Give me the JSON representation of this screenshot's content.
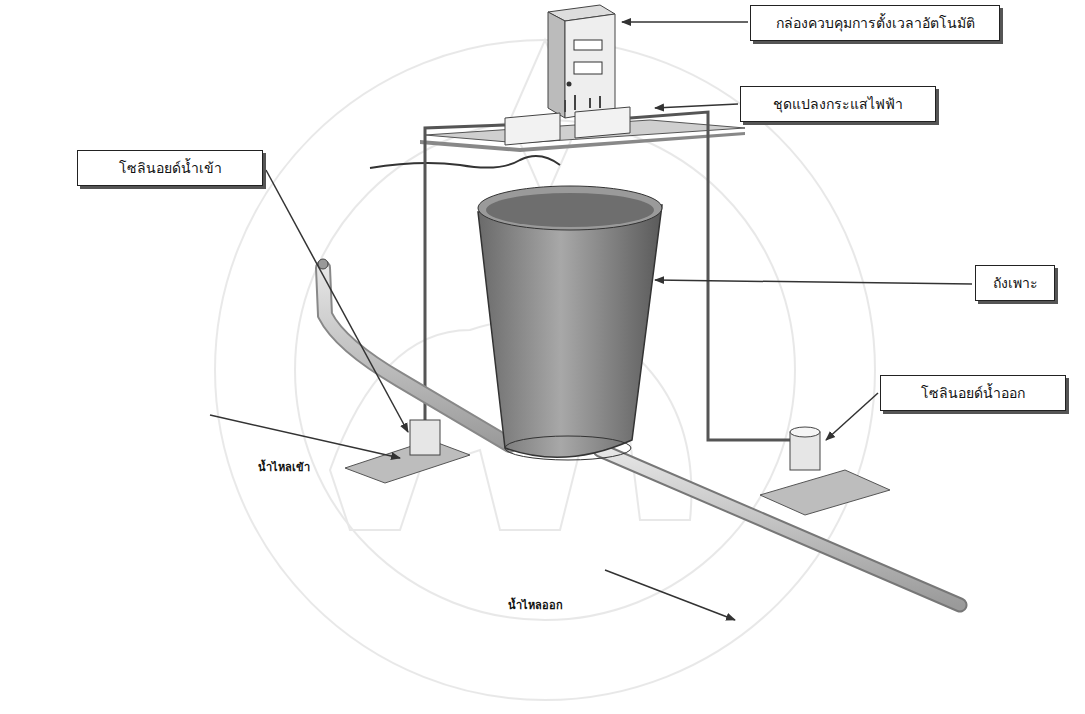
{
  "diagram": {
    "nodes": [
      {
        "text": [
          "กล่องควบคุมการตั้งเวลาอัตโนมัติ"
        ]
      },
      {
        "text": [
          "ชุดแปลงกระแสไฟฟ้า"
        ]
      },
      {
        "text": [
          "โซลินอยด์น้ำเข้า"
        ]
      },
      {
        "text": [
          "ถังเพาะ"
        ]
      },
      {
        "text": [
          "โซลินอยด์น้ำออก"
        ]
      }
    ],
    "labels": [
      "น้ำไหลเข้า",
      "น้ำไหลออก"
    ]
  }
}
